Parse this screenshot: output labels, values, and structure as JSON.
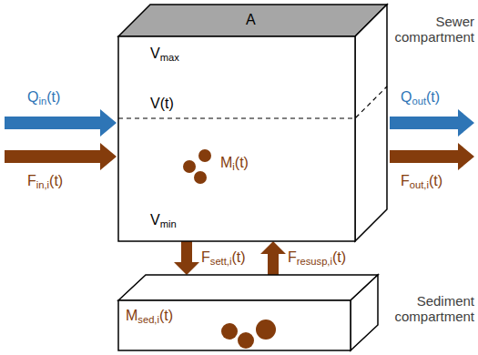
{
  "diagram": {
    "nodes": [
      {
        "text": [
          "Sewer compartment",
          "A",
          "Vmax",
          "V(t)",
          "Mi(t)",
          "Vmin"
        ]
      },
      {
        "text": [
          "Sediment compartment",
          "Msed,i(t)"
        ]
      }
    ],
    "edges": [
      {
        "from": 0,
        "to": 1,
        "arrow": "to",
        "label": "Fsett,i(t)"
      },
      {
        "from": 1,
        "to": 0,
        "arrow": "to",
        "label": "Fresusp,i(t)"
      }
    ],
    "labels": [
      "Qin(t)",
      "Fin,i(t)",
      "Qout(t)",
      "Fout,i(t)"
    ]
  }
}
